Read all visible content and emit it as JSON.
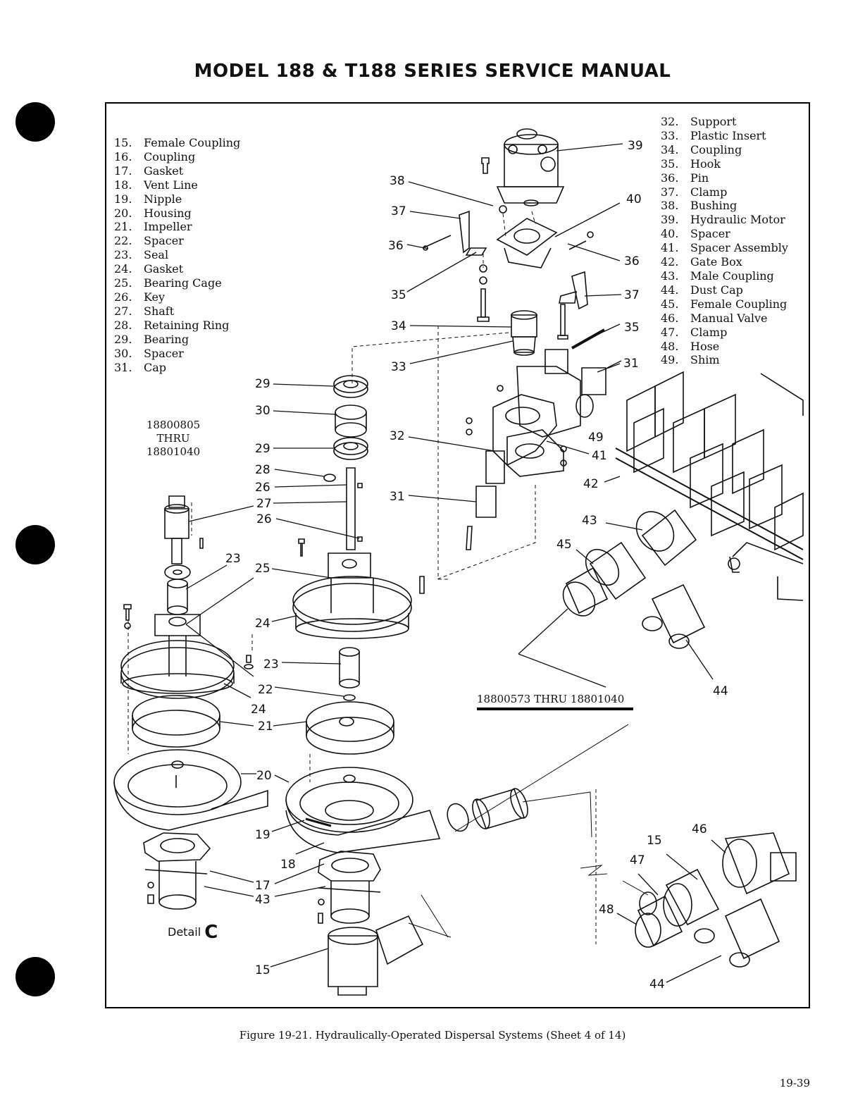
{
  "header": {
    "title": "MODEL 188 & T188 SERIES SERVICE MANUAL"
  },
  "parts_left": [
    {
      "num": "15.",
      "name": "Female Coupling"
    },
    {
      "num": "16.",
      "name": "Coupling"
    },
    {
      "num": "17.",
      "name": "Gasket"
    },
    {
      "num": "18.",
      "name": "Vent Line"
    },
    {
      "num": "19.",
      "name": "Nipple"
    },
    {
      "num": "20.",
      "name": "Housing"
    },
    {
      "num": "21.",
      "name": "Impeller"
    },
    {
      "num": "22.",
      "name": "Spacer"
    },
    {
      "num": "23.",
      "name": "Seal"
    },
    {
      "num": "24.",
      "name": "Gasket"
    },
    {
      "num": "25.",
      "name": "Bearing Cage"
    },
    {
      "num": "26.",
      "name": "Key"
    },
    {
      "num": "27.",
      "name": "Shaft"
    },
    {
      "num": "28.",
      "name": "Retaining Ring"
    },
    {
      "num": "29.",
      "name": "Bearing"
    },
    {
      "num": "30.",
      "name": "Spacer"
    },
    {
      "num": "31.",
      "name": "Cap"
    }
  ],
  "parts_right": [
    {
      "num": "32.",
      "name": "Support"
    },
    {
      "num": "33.",
      "name": "Plastic Insert"
    },
    {
      "num": "34.",
      "name": "Coupling"
    },
    {
      "num": "35.",
      "name": "Hook"
    },
    {
      "num": "36.",
      "name": "Pin"
    },
    {
      "num": "37.",
      "name": "Clamp"
    },
    {
      "num": "38.",
      "name": "Bushing"
    },
    {
      "num": "39.",
      "name": "Hydraulic Motor"
    },
    {
      "num": "40.",
      "name": "Spacer"
    },
    {
      "num": "41.",
      "name": "Spacer Assembly"
    },
    {
      "num": "42.",
      "name": "Gate Box"
    },
    {
      "num": "43.",
      "name": "Male Coupling"
    },
    {
      "num": "44.",
      "name": "Dust Cap"
    },
    {
      "num": "45.",
      "name": "Female Coupling"
    },
    {
      "num": "46.",
      "name": "Manual Valve"
    },
    {
      "num": "47.",
      "name": "Clamp"
    },
    {
      "num": "48.",
      "name": "Hose"
    },
    {
      "num": "49.",
      "name": "Shim"
    }
  ],
  "serial_range_a": {
    "line1": "18800805",
    "line2": "THRU",
    "line3": "18801040"
  },
  "serial_range_b": "18800573 THRU 18801040",
  "detail_label": {
    "text": "Detail",
    "letter": "C"
  },
  "callouts": {
    "c39": "39",
    "c38": "38",
    "c37a": "37",
    "c36a": "36",
    "c35a": "35",
    "c34": "34",
    "c33": "33",
    "c40": "40",
    "c36b": "36",
    "c37b": "37",
    "c35b": "35",
    "c31a": "31",
    "c49": "49",
    "c41": "41",
    "c42": "42",
    "c43": "43",
    "c45": "45",
    "c32": "32",
    "c31b": "31",
    "c29a": "29",
    "c30": "30",
    "c29b": "29",
    "c28": "28",
    "c26a": "26",
    "c27": "27",
    "c26b": "26",
    "c23a": "23",
    "c25": "25",
    "c24a": "24",
    "c23b": "23",
    "c22": "22",
    "c24b": "24",
    "c21": "21",
    "c20": "20",
    "c19": "19",
    "c18": "18",
    "c17": "17",
    "c43b": "43",
    "c15a": "15",
    "c44a": "44",
    "c15b": "15",
    "c46": "46",
    "c47": "47",
    "c48": "48",
    "c44b": "44"
  },
  "figure": {
    "caption": "Figure 19-21.  Hydraulically-Operated Dispersal Systems (Sheet 4 of 14)"
  },
  "footer": {
    "page_number": "19-39"
  }
}
